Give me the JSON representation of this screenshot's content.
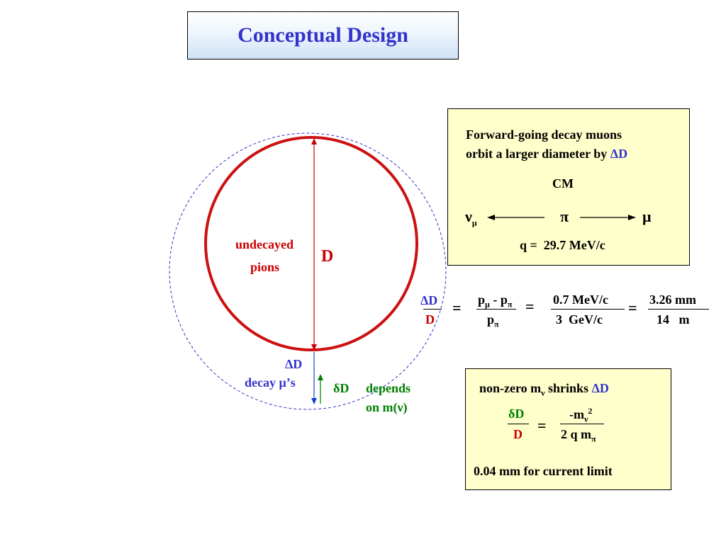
{
  "title": "Conceptual Design",
  "diagram": {
    "undecayed_line1": "undecayed",
    "undecayed_line2": "pions",
    "d_label": "D",
    "delta_d_label": "ΔD",
    "decay_mus": "decay μ’s",
    "small_delta_d": "δD",
    "depends_line1": "depends",
    "depends_line2": "on m(ν)"
  },
  "box1": {
    "line1": "Forward-going decay muons",
    "line2_prefix": "orbit a larger diameter by ",
    "line2_delta": "ΔD",
    "cm": "CM",
    "nu": "ν",
    "nu_sub": "μ",
    "pi": "π",
    "mu": "μ",
    "q_label": "q =",
    "q_value": "29.7 MeV/c"
  },
  "eq1": {
    "lhs_num": "ΔD",
    "lhs_den": "D",
    "eq": "=",
    "f1_num_a": "p",
    "f1_num_a_sub": "μ",
    "f1_num_mid": " - p",
    "f1_num_b_sub": "π",
    "f1_den": "p",
    "f1_den_sub": "π",
    "f2_num": "0.7 MeV/c",
    "f2_den": "3  GeV/c",
    "f3_num": "3.26 mm",
    "f3_den": "14   m"
  },
  "box2": {
    "line1_prefix": "non-zero m",
    "line1_sub": "ν",
    "line1_mid": " shrinks ",
    "line1_delta": "ΔD",
    "lhs_num": "δD",
    "lhs_den": "D",
    "eq": "=",
    "rhs_num": "-m",
    "rhs_num_sub": "ν",
    "rhs_num_sup": "2",
    "rhs_den": "2 q m",
    "rhs_den_sub": "π",
    "footer": "0.04 mm for current limit"
  },
  "colors": {
    "title": "#3333cc",
    "circle": "#cc1111",
    "dashed": "#3333cc",
    "box_fill": "#ffffcc",
    "green": "#008000"
  }
}
